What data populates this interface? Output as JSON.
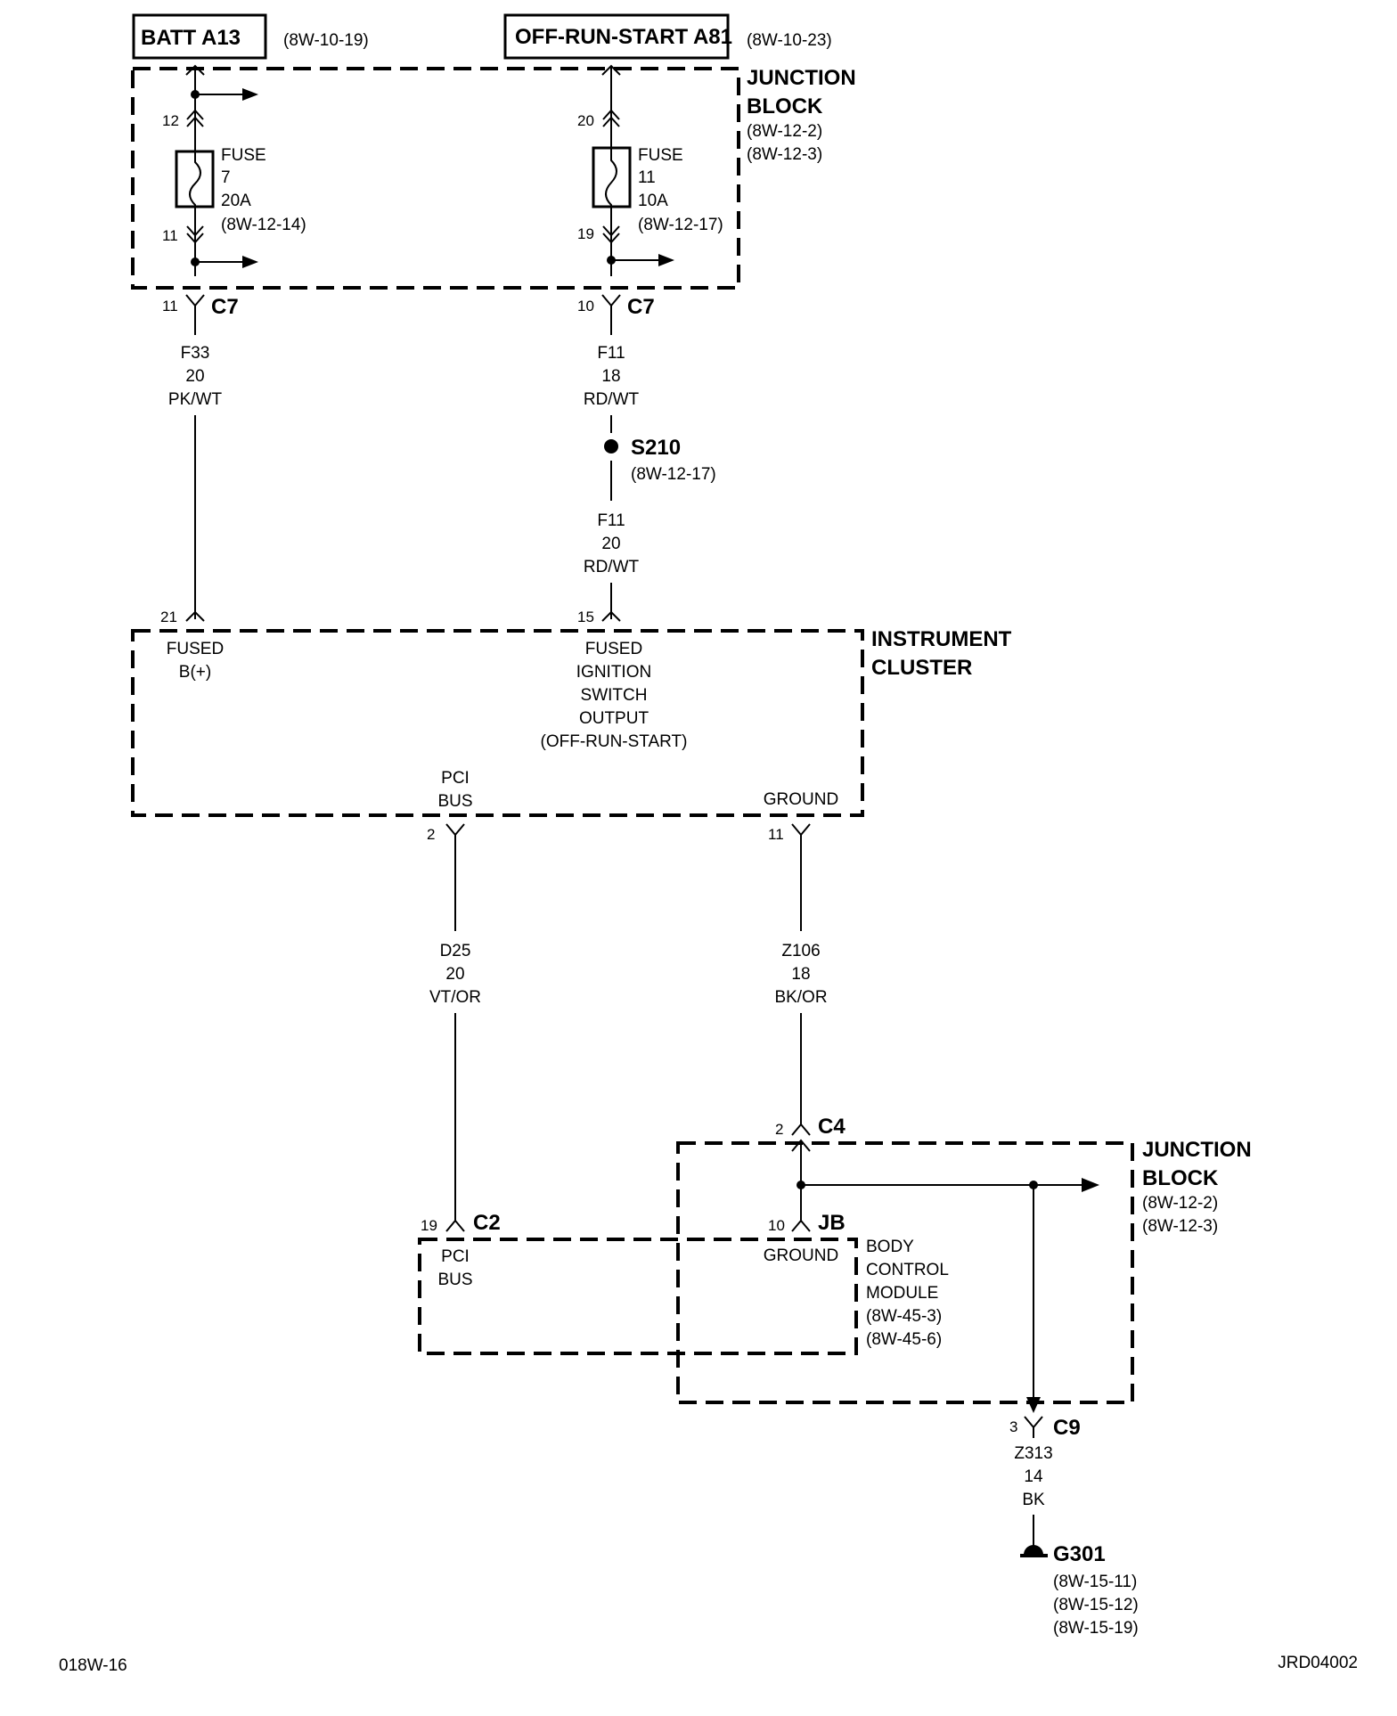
{
  "sources": {
    "batt": {
      "label": "BATT A13",
      "ref": "(8W-10-19)"
    },
    "ignition": {
      "label": "OFF-RUN-START A81",
      "ref": "(8W-10-23)"
    }
  },
  "junction_block_top": {
    "title1": "JUNCTION",
    "title2": "BLOCK",
    "ref1": "(8W-12-2)",
    "ref2": "(8W-12-3)"
  },
  "fuse7": {
    "pin_in": "12",
    "pin_out": "11",
    "label": "FUSE",
    "number": "7",
    "rating": "20A",
    "ref": "(8W-12-14)"
  },
  "fuse11": {
    "pin_in": "20",
    "pin_out": "19",
    "label": "FUSE",
    "number": "11",
    "rating": "10A",
    "ref": "(8W-12-17)"
  },
  "connectors": {
    "c7_left": {
      "pin": "11",
      "name": "C7"
    },
    "c7_right": {
      "pin": "10",
      "name": "C7"
    },
    "c4": {
      "pin": "2",
      "name": "C4"
    },
    "c2": {
      "pin": "19",
      "name": "C2"
    },
    "jb": {
      "pin": "10",
      "name": "JB"
    },
    "c9": {
      "pin": "3",
      "name": "C9"
    }
  },
  "wires": {
    "f33": {
      "circuit": "F33",
      "gauge": "20",
      "color": "PK/WT"
    },
    "f11_upper": {
      "circuit": "F11",
      "gauge": "18",
      "color": "RD/WT"
    },
    "f11_lower": {
      "circuit": "F11",
      "gauge": "20",
      "color": "RD/WT"
    },
    "d25": {
      "circuit": "D25",
      "gauge": "20",
      "color": "VT/OR"
    },
    "z106": {
      "circuit": "Z106",
      "gauge": "18",
      "color": "BK/OR"
    },
    "z313": {
      "circuit": "Z313",
      "gauge": "14",
      "color": "BK"
    }
  },
  "splice": {
    "name": "S210",
    "ref": "(8W-12-17)"
  },
  "instrument_cluster": {
    "title1": "INSTRUMENT",
    "title2": "CLUSTER",
    "pin_fused_b": "21",
    "fused_b_1": "FUSED",
    "fused_b_2": "B(+)",
    "pin_ign": "15",
    "ign_1": "FUSED",
    "ign_2": "IGNITION",
    "ign_3": "SWITCH",
    "ign_4": "OUTPUT",
    "ign_5": "(OFF-RUN-START)",
    "pci_1": "PCI",
    "pci_2": "BUS",
    "pin_pci": "2",
    "ground": "GROUND",
    "pin_ground": "11"
  },
  "junction_block_bottom": {
    "title1": "JUNCTION",
    "title2": "BLOCK",
    "ref1": "(8W-12-2)",
    "ref2": "(8W-12-3)"
  },
  "bcm": {
    "pci_1": "PCI",
    "pci_2": "BUS",
    "ground": "GROUND",
    "title1": "BODY",
    "title2": "CONTROL",
    "title3": "MODULE",
    "ref1": "(8W-45-3)",
    "ref2": "(8W-45-6)"
  },
  "ground_point": {
    "name": "G301",
    "ref1": "(8W-15-11)",
    "ref2": "(8W-15-12)",
    "ref3": "(8W-15-19)"
  },
  "footer": {
    "left": "018W-16",
    "right": "JRD04002"
  }
}
